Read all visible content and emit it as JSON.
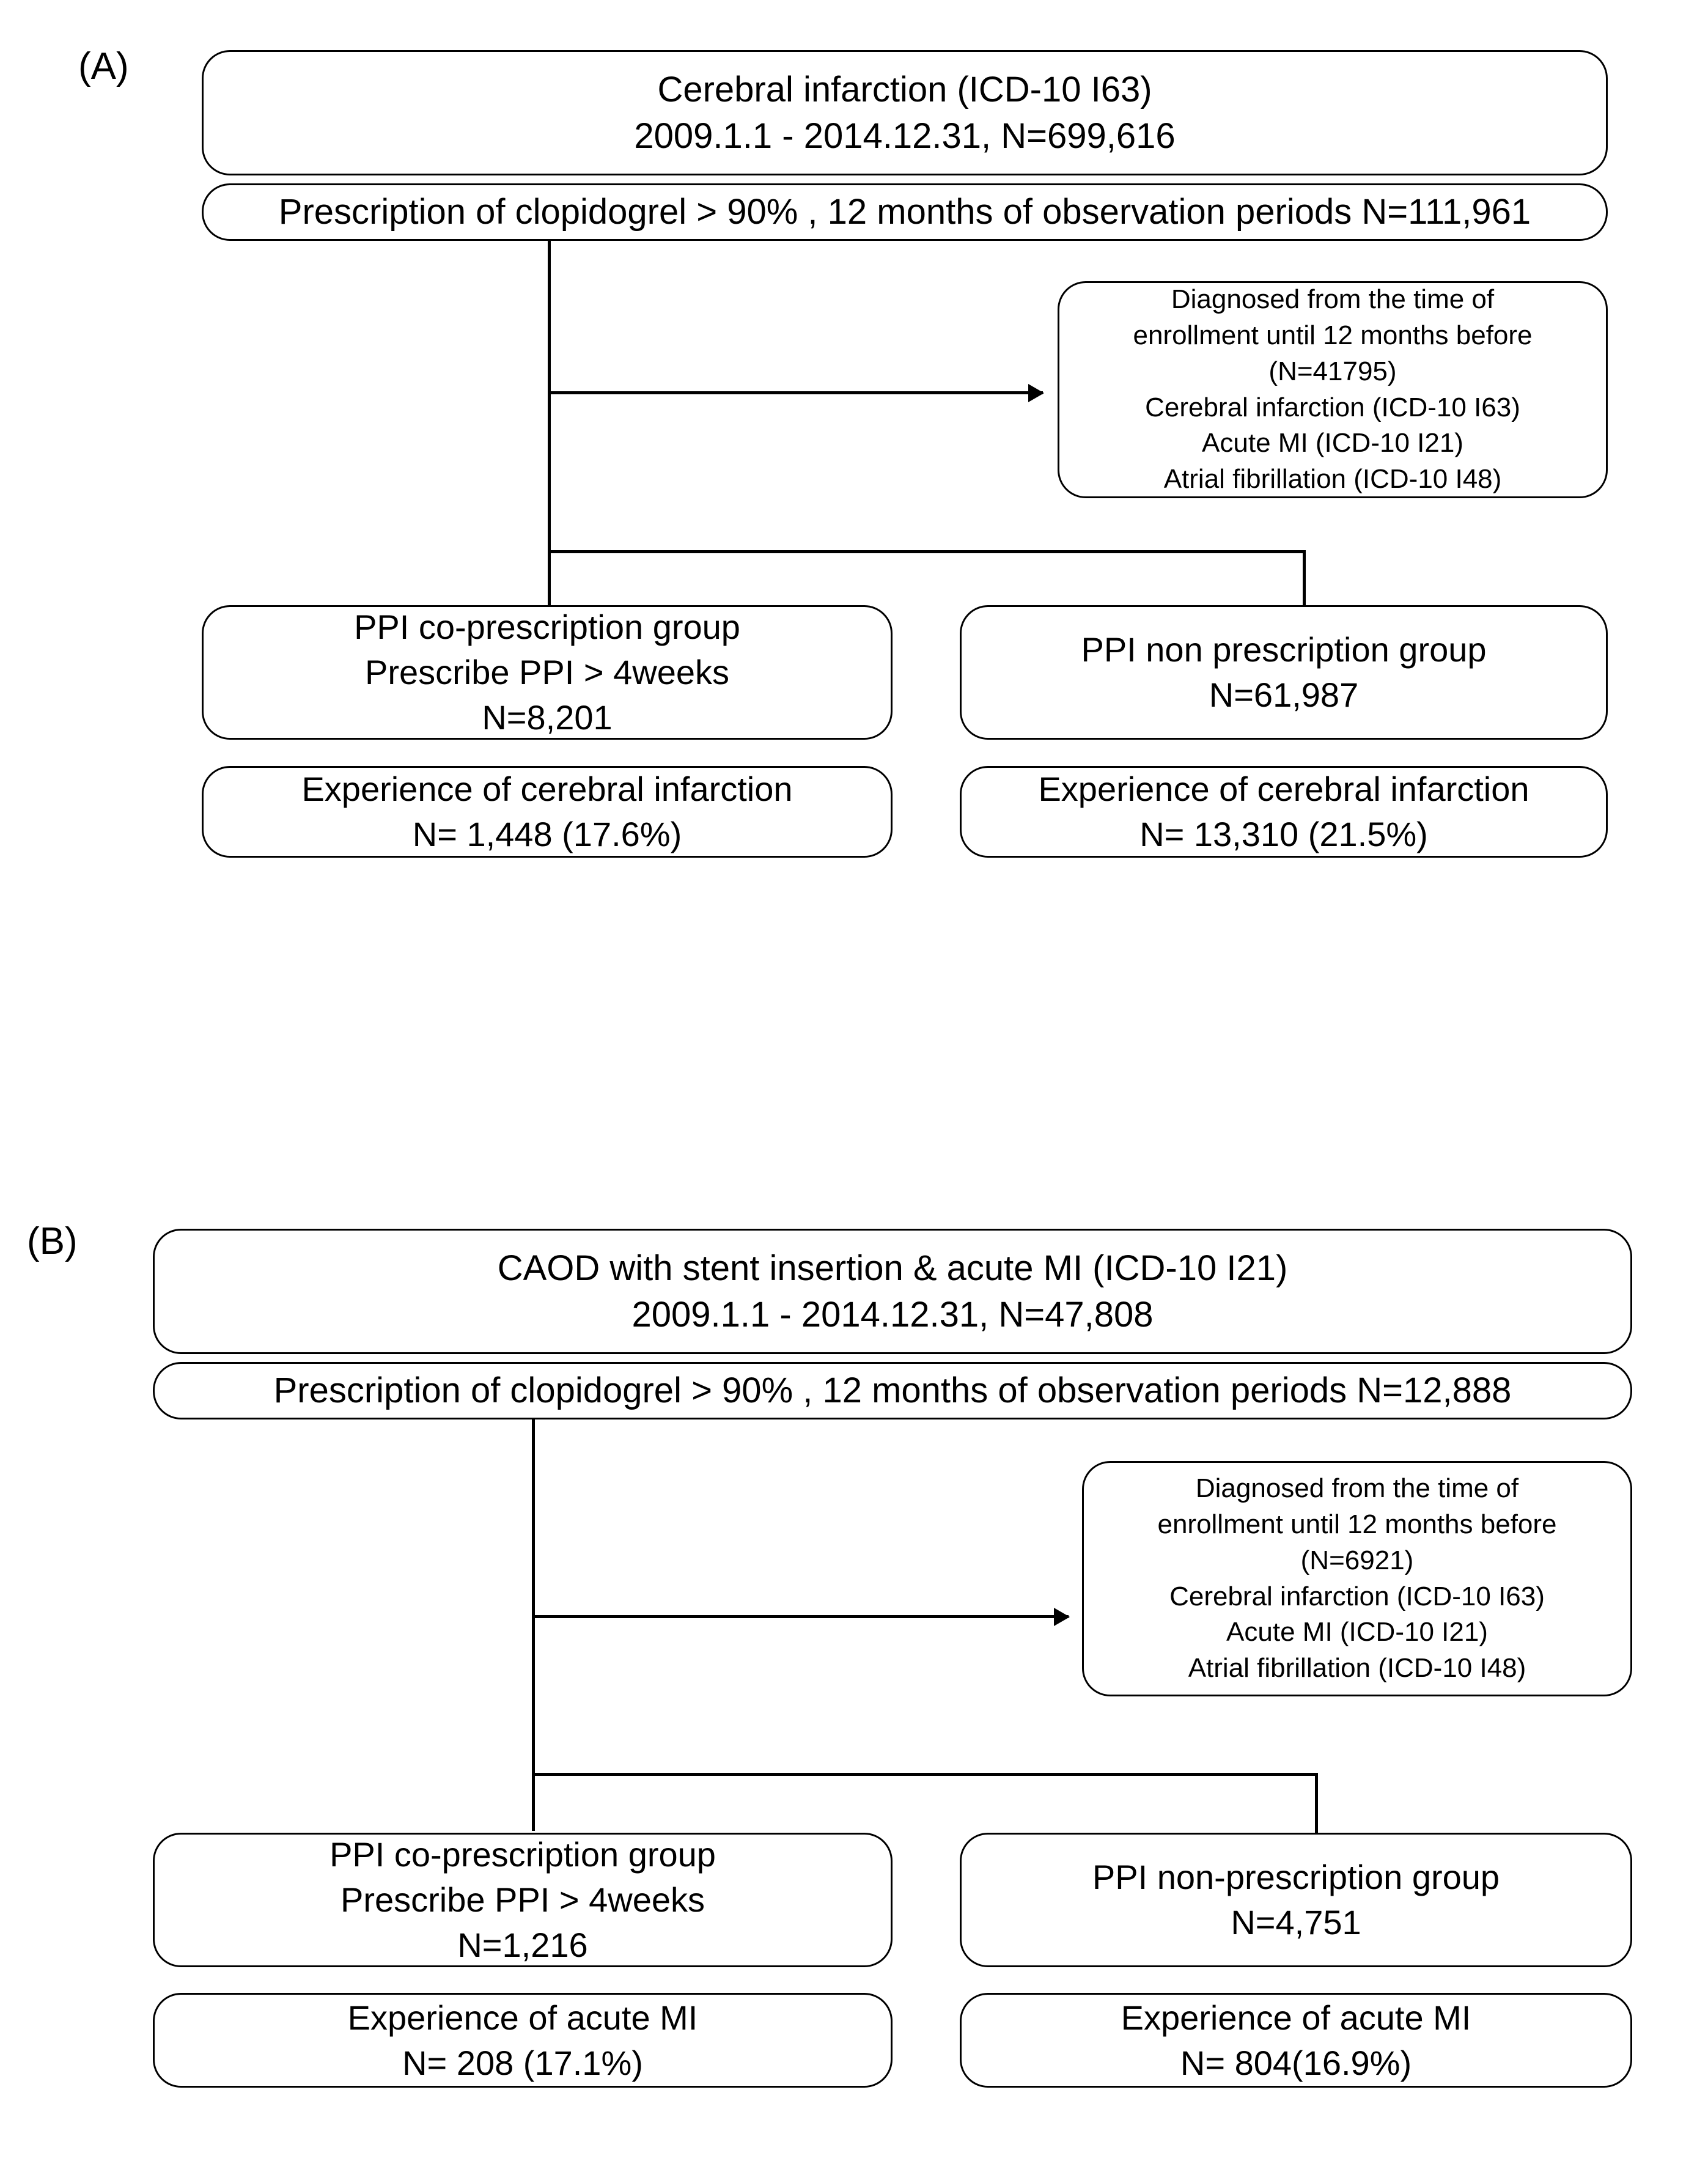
{
  "figure": {
    "type": "flowchart",
    "description": "Two-panel patient-selection flow diagram comparing PPI co-prescription versus PPI non-prescription groups among clopidogrel users",
    "panels": [
      {
        "id": "A",
        "label": "(A)",
        "source_box": {
          "line1": "Cerebral infarction (ICD-10 I63)",
          "line2": "2009.1.1 - 2014.12.31, N=699,616"
        },
        "filter_box": {
          "line1": "Prescription of clopidogrel >  90% , 12 months of observation periods N=111,961"
        },
        "exclusion_box": {
          "line1": "Diagnosed  from the time of",
          "line2": "enrollment until 12 months before",
          "line3": "(N=41795)",
          "line4": "Cerebral infarction (ICD-10 I63)",
          "line5": "Acute MI (ICD-10 I21)",
          "line6": "Atrial fibrillation (ICD-10 I48)"
        },
        "left_group_box": {
          "line1": "PPI co-prescription group",
          "line2": "Prescribe PPI > 4weeks",
          "line3": "N=8,201"
        },
        "right_group_box": {
          "line1": "PPI non prescription group",
          "line2": "N=61,987"
        },
        "left_outcome_box": {
          "line1": "Experience of cerebral infarction",
          "line2": "N= 1,448 (17.6%)"
        },
        "right_outcome_box": {
          "line1": "Experience of cerebral infarction",
          "line2": "N= 13,310 (21.5%)"
        }
      },
      {
        "id": "B",
        "label": "(B)",
        "source_box": {
          "line1": "CAOD with stent insertion & acute MI (ICD-10 I21)",
          "line2": "2009.1.1 - 2014.12.31, N=47,808"
        },
        "filter_box": {
          "line1": "Prescription of clopidogrel >  90% , 12 months of observation periods N=12,888"
        },
        "exclusion_box": {
          "line1": "Diagnosed  from the time of",
          "line2": "enrollment until 12 months before",
          "line3": "(N=6921)",
          "line4": "Cerebral infarction (ICD-10 I63)",
          "line5": "Acute MI (ICD-10 I21)",
          "line6": "Atrial fibrillation (ICD-10 I48)"
        },
        "left_group_box": {
          "line1": "PPI co-prescription group",
          "line2": "Prescribe PPI > 4weeks",
          "line3": "N=1,216"
        },
        "right_group_box": {
          "line1": "PPI non-prescription group",
          "line2": "N=4,751"
        },
        "left_outcome_box": {
          "line1": "Experience of acute MI",
          "line2": "N= 208 (17.1%)"
        },
        "right_outcome_box": {
          "line1": "Experience of acute MI",
          "line2": "N= 804(16.9%)"
        }
      }
    ]
  },
  "colors": {
    "stroke": "#000000",
    "background": "#ffffff",
    "text": "#000000"
  }
}
